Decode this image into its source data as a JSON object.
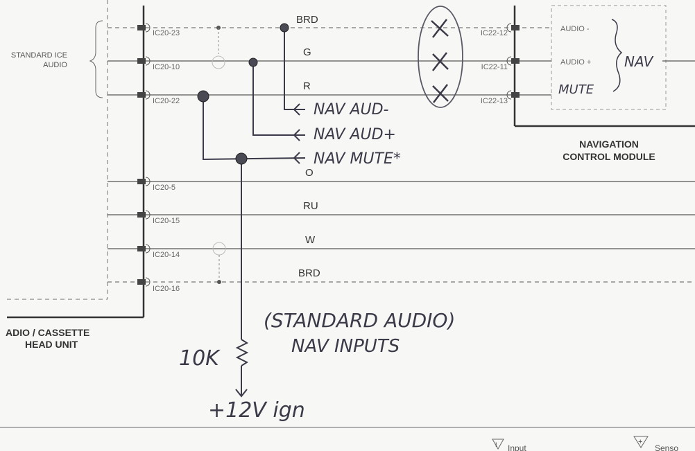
{
  "left_group_label_line1": "STANDARD ICE",
  "left_group_label_line2": "AUDIO",
  "head_unit_line1": "ADIO / CASSETTE",
  "head_unit_line2": "HEAD UNIT",
  "nav_module_line1": "NAVIGATION",
  "nav_module_line2": "CONTROL MODULE",
  "pins_left": [
    "IC20-23",
    "IC20-10",
    "IC20-22",
    "IC20-5",
    "IC20-15",
    "IC20-14",
    "IC20-16"
  ],
  "pins_right": [
    "IC22-12",
    "IC22-11",
    "IC22-13"
  ],
  "wire_colors": [
    "BRD",
    "G",
    "R",
    "O",
    "RU",
    "W",
    "BRD"
  ],
  "nav_pin_labels": [
    "AUDIO -",
    "AUDIO +",
    "MUTE"
  ],
  "nav_brace_label": "NAV",
  "handwritten": {
    "nav_aud_minus": "NAV AUD-",
    "nav_aud_plus": "NAV AUD+",
    "nav_mute": "NAV MUTE*",
    "standard_audio": "(STANDARD AUDIO)",
    "nav_inputs": "NAV INPUTS",
    "resistor": "10K",
    "supply": "+12V ign"
  },
  "footer": {
    "input_label": "Input",
    "sensor_label": "Senso"
  }
}
